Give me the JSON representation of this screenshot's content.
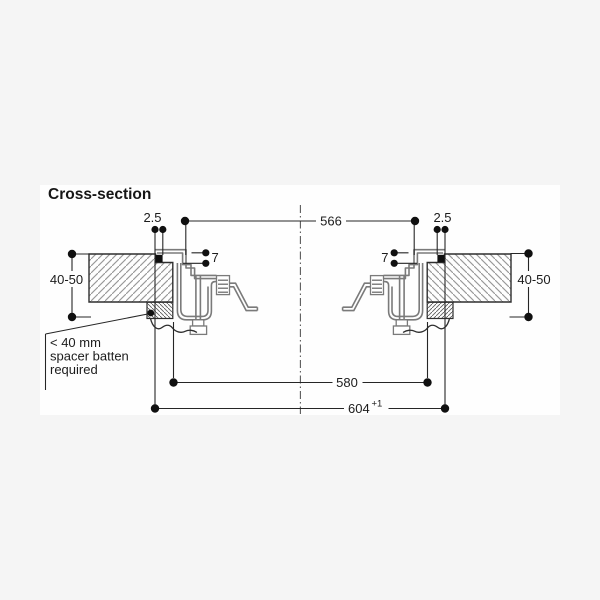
{
  "title": "Cross-section",
  "colors": {
    "page_background": "#f5f5f5",
    "card_background": "#fefefe",
    "dimension_line": "#262626",
    "profile_line": "#7a7a7a",
    "hatch_line": "#9a9a9a",
    "text": "#1c1c1c"
  },
  "callout": {
    "line1": "< 40 mm",
    "line2": "spacer batten",
    "line3": "required"
  },
  "dimensions": {
    "edge_gap_left": "2.5",
    "edge_gap_right": "2.5",
    "appliance_width": "566",
    "frame_height_left": "7",
    "frame_height_right": "7",
    "worktop_thickness_left": "40-50",
    "worktop_thickness_right": "40-50",
    "cutout_width": "580",
    "overall_width": {
      "value": "604",
      "tolerance": "+1"
    }
  }
}
